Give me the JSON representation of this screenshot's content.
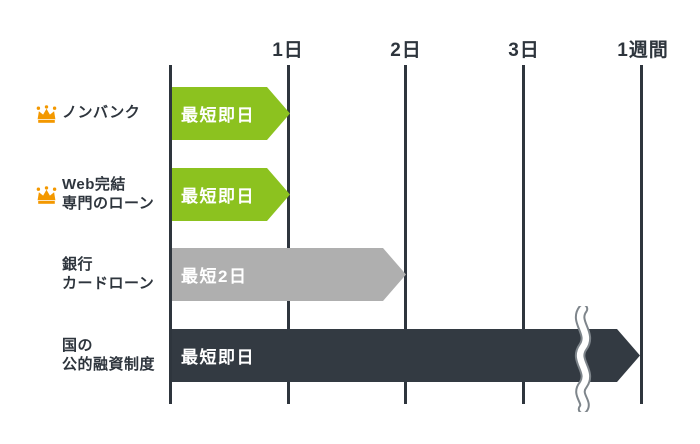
{
  "colors": {
    "green": "#8CC21F",
    "gray": "#AFAFAF",
    "dark": "#333A42",
    "grid": "#2E353D",
    "text": "#2E353D",
    "bar_text": "#FFFFFF",
    "crown_orange": "#F39800"
  },
  "axis": {
    "ticks": [
      {
        "label": "1日"
      },
      {
        "label": "2日"
      },
      {
        "label": "3日"
      },
      {
        "label": "1週間"
      }
    ]
  },
  "rows": [
    {
      "label_lines": [
        "ノンバンク"
      ],
      "crown": true,
      "bar_label": "最短即日",
      "bar_color": "#8CC21F"
    },
    {
      "label_lines": [
        "Web完結",
        "専門のローン"
      ],
      "crown": true,
      "bar_label": "最短即日",
      "bar_color": "#8CC21F"
    },
    {
      "label_lines": [
        "銀行",
        "カードローン"
      ],
      "crown": false,
      "bar_label": "最短2日",
      "bar_color": "#AFAFAF"
    },
    {
      "label_lines": [
        "国の",
        "公的融資制度"
      ],
      "crown": false,
      "bar_label": "最短即日",
      "bar_color": "#333A42"
    }
  ],
  "chart_data": {
    "type": "bar",
    "orientation": "horizontal",
    "title": "",
    "categories": [
      "ノンバンク",
      "Web完結専門のローン",
      "銀行カードローン",
      "国の公的融資制度"
    ],
    "values_days": [
      1,
      1,
      2,
      7
    ],
    "bar_value_labels": [
      "最短即日",
      "最短即日",
      "最短2日",
      "最短即日"
    ],
    "bar_colors": [
      "#8CC21F",
      "#8CC21F",
      "#AFAFAF",
      "#333A42"
    ],
    "crown_highlight": [
      true,
      true,
      false,
      false
    ],
    "x_ticks": {
      "labels": [
        "1日",
        "2日",
        "3日",
        "1週間"
      ],
      "values": [
        1,
        2,
        3,
        7
      ]
    },
    "xlim": [
      0,
      7
    ],
    "axis_break_on_last_bar": true,
    "grid": true,
    "legend": false
  }
}
